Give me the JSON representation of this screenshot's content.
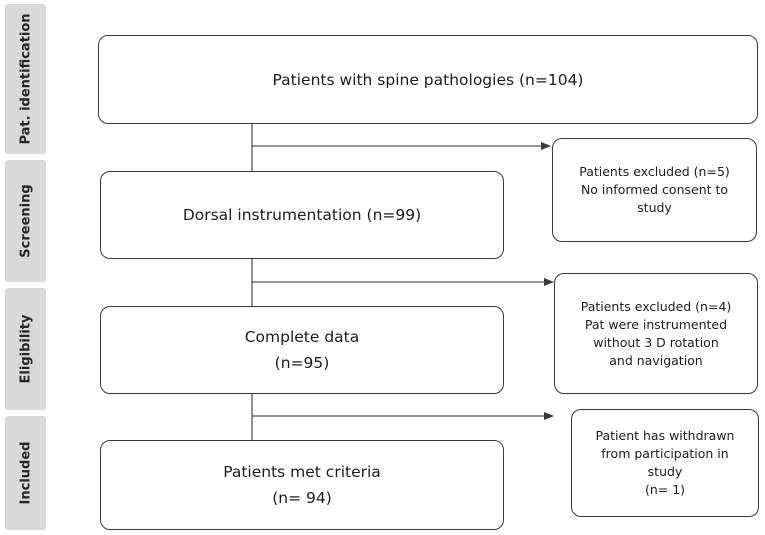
{
  "stages": [
    {
      "label": "Pat. identification"
    },
    {
      "label": "Screening"
    },
    {
      "label": "Eligibility"
    },
    {
      "label": "Included"
    }
  ],
  "main_boxes": [
    {
      "lines": [
        "Patients with spine pathologies (n=104)"
      ]
    },
    {
      "lines": [
        "Dorsal instrumentation (n=99)"
      ]
    },
    {
      "lines": [
        "Complete data",
        "(n=95)"
      ]
    },
    {
      "lines": [
        "Patients met criteria",
        "(n= 94)"
      ]
    }
  ],
  "exclusion_boxes": [
    {
      "lines": [
        "Patients excluded (n=5)",
        "No informed consent to",
        "study"
      ]
    },
    {
      "lines": [
        "Patients excluded (n=4)",
        "Pat were instrumented",
        "without 3 D rotation",
        "and navigation"
      ]
    },
    {
      "lines": [
        "Patient has withdrawn",
        "from participation in",
        "study",
        "(n= 1)"
      ]
    }
  ]
}
